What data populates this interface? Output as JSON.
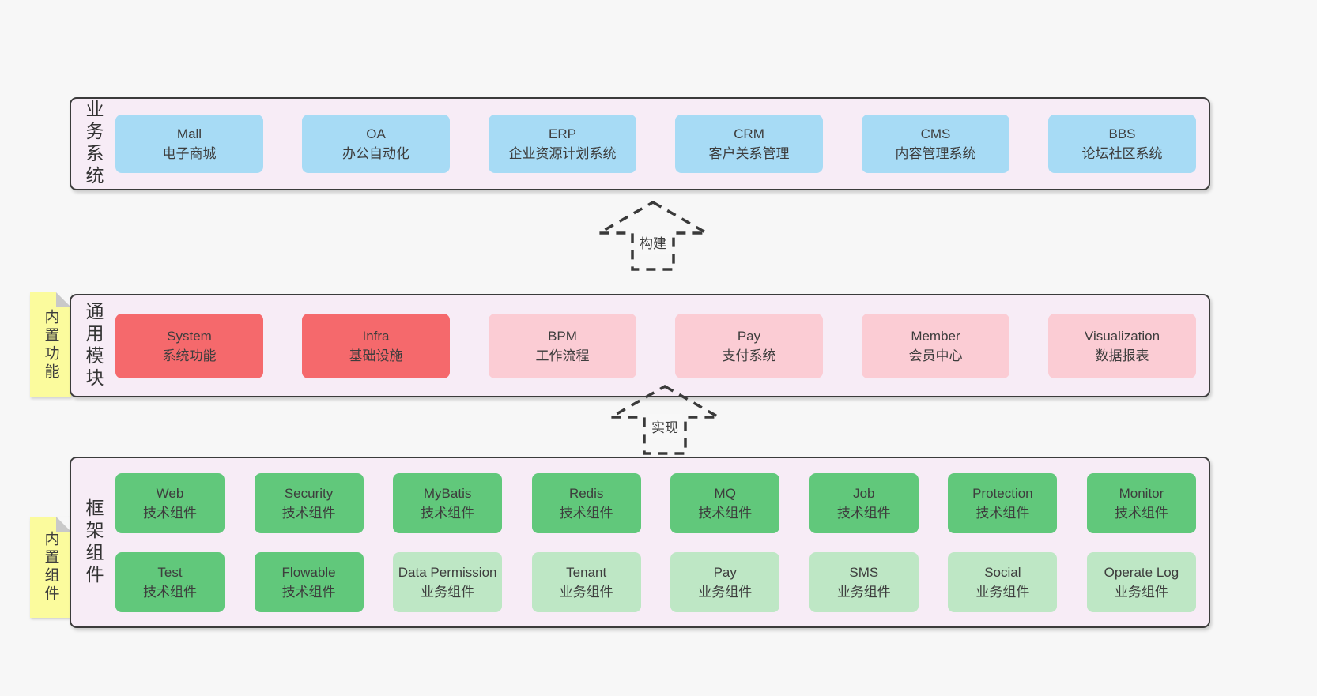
{
  "diagram": {
    "background": "#f7f7f7",
    "panel_bg": "#f7ecf6",
    "panel_border": "#3b3b3b",
    "sticky_bg": "#fbfb9d",
    "sticky_fold": "#c9c9c9",
    "text_color": "#3d3d3d",
    "dash_color": "#3a3a3a",
    "box_colors": {
      "blue": "#a7dbf5",
      "red": "#f5696c",
      "pink": "#fbccd4",
      "green": "#61c87b",
      "lightgreen": "#bee7c5"
    }
  },
  "layers": [
    {
      "name": "business-systems",
      "label": "业务系统",
      "rows": [
        [
          {
            "title": "Mall",
            "subtitle": "电子商城",
            "color": "blue"
          },
          {
            "title": "OA",
            "subtitle": "办公自动化",
            "color": "blue"
          },
          {
            "title": "ERP",
            "subtitle": "企业资源计划系统",
            "color": "blue"
          },
          {
            "title": "CRM",
            "subtitle": "客户关系管理",
            "color": "blue"
          },
          {
            "title": "CMS",
            "subtitle": "内容管理系统",
            "color": "blue"
          },
          {
            "title": "BBS",
            "subtitle": "论坛社区系统",
            "color": "blue"
          }
        ]
      ]
    },
    {
      "name": "common-modules",
      "label": "通用模块",
      "sticky": "内置功能",
      "rows": [
        [
          {
            "title": "System",
            "subtitle": "系统功能",
            "color": "red"
          },
          {
            "title": "Infra",
            "subtitle": "基础设施",
            "color": "red"
          },
          {
            "title": "BPM",
            "subtitle": "工作流程",
            "color": "pink"
          },
          {
            "title": "Pay",
            "subtitle": "支付系统",
            "color": "pink"
          },
          {
            "title": "Member",
            "subtitle": "会员中心",
            "color": "pink"
          },
          {
            "title": "Visualization",
            "subtitle": "数据报表",
            "color": "pink"
          }
        ]
      ]
    },
    {
      "name": "framework-components",
      "label": "框架组件",
      "sticky": "内置组件",
      "rows": [
        [
          {
            "title": "Web",
            "subtitle": "技术组件",
            "color": "green"
          },
          {
            "title": "Security",
            "subtitle": "技术组件",
            "color": "green"
          },
          {
            "title": "MyBatis",
            "subtitle": "技术组件",
            "color": "green"
          },
          {
            "title": "Redis",
            "subtitle": "技术组件",
            "color": "green"
          },
          {
            "title": "MQ",
            "subtitle": "技术组件",
            "color": "green"
          },
          {
            "title": "Job",
            "subtitle": "技术组件",
            "color": "green"
          },
          {
            "title": "Protection",
            "subtitle": "技术组件",
            "color": "green"
          },
          {
            "title": "Monitor",
            "subtitle": "技术组件",
            "color": "green"
          }
        ],
        [
          {
            "title": "Test",
            "subtitle": "技术组件",
            "color": "green"
          },
          {
            "title": "Flowable",
            "subtitle": "技术组件",
            "color": "green"
          },
          {
            "title": "Data Permission",
            "subtitle": "业务组件",
            "color": "lightgreen"
          },
          {
            "title": "Tenant",
            "subtitle": "业务组件",
            "color": "lightgreen"
          },
          {
            "title": "Pay",
            "subtitle": "业务组件",
            "color": "lightgreen"
          },
          {
            "title": "SMS",
            "subtitle": "业务组件",
            "color": "lightgreen"
          },
          {
            "title": "Social",
            "subtitle": "业务组件",
            "color": "lightgreen"
          },
          {
            "title": "Operate Log",
            "subtitle": "业务组件",
            "color": "lightgreen"
          }
        ]
      ]
    }
  ],
  "arrows": [
    {
      "label": "构建"
    },
    {
      "label": "实现"
    }
  ]
}
